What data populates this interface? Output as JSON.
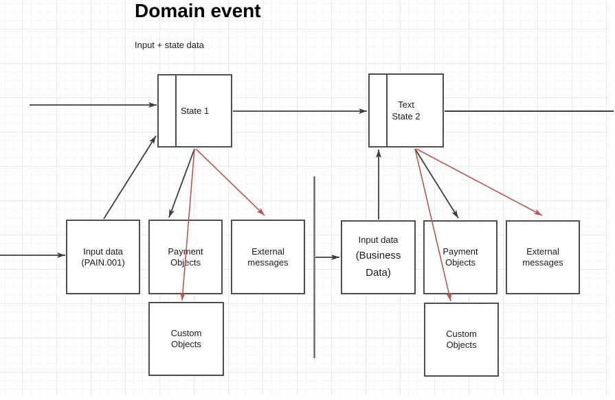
{
  "colors": {
    "box_border": "#4d4d4d",
    "arrow_black": "#3d3d3d",
    "arrow_red": "#b85450",
    "divider_gray": "#666666",
    "grid_major": "#e9e9e9",
    "grid_minor": "#f6f6f6",
    "text": "#1a1a1a"
  },
  "header": {
    "title": "Domain event",
    "subtitle": "Input + state data"
  },
  "nodes": {
    "state1": {
      "lines": [
        "State 1"
      ]
    },
    "state2": {
      "lines": [
        "Text",
        "State 2"
      ]
    },
    "input_pain": {
      "lines": [
        "Input data",
        "(PAIN.001)"
      ]
    },
    "payment_left": {
      "lines": [
        "Payment",
        "Objects"
      ]
    },
    "external_left": {
      "lines": [
        "External",
        "messages"
      ]
    },
    "custom_left": {
      "lines": [
        "Custom",
        "Objects"
      ]
    },
    "input_business": {
      "lines": [
        "Input data",
        "(Business",
        "Data)"
      ]
    },
    "payment_right": {
      "lines": [
        "Payment",
        "Objects"
      ]
    },
    "external_right": {
      "lines": [
        "External",
        "messages"
      ]
    },
    "custom_right": {
      "lines": [
        "Custom",
        "Objects"
      ]
    }
  },
  "edges": [
    {
      "name": "edge-in-to-state-1",
      "from": "offscreen-left",
      "to": "state-1",
      "color": "black",
      "arrowhead": true
    },
    {
      "name": "edge-state-1-to-state-2",
      "from": "state-1",
      "to": "state-2",
      "color": "black",
      "arrowhead": true
    },
    {
      "name": "edge-state-2-out",
      "from": "state-2",
      "to": "offscreen-right",
      "color": "black",
      "arrowhead": false
    },
    {
      "name": "edge-input-pain-to-state-1",
      "from": "input-data-pain001",
      "to": "state-1",
      "color": "black",
      "arrowhead": true
    },
    {
      "name": "edge-state-1-to-payment-left",
      "from": "state-1",
      "to": "payment-objects-left",
      "color": "black",
      "arrowhead": true
    },
    {
      "name": "edge-in-to-input-pain",
      "from": "offscreen-left",
      "to": "input-data-pain001",
      "color": "black",
      "arrowhead": true
    },
    {
      "name": "edge-state-1-to-custom-left",
      "from": "state-1",
      "to": "custom-objects-left",
      "color": "red",
      "arrowhead": true
    },
    {
      "name": "edge-state-1-to-external-left",
      "from": "state-1",
      "to": "external-messages-left",
      "color": "red",
      "arrowhead": true
    },
    {
      "name": "edge-divider-to-input-business",
      "from": "divider",
      "to": "input-data-business",
      "color": "black",
      "arrowhead": true
    },
    {
      "name": "edge-input-business-to-state-2",
      "from": "input-data-business",
      "to": "state-2",
      "color": "black",
      "arrowhead": true
    },
    {
      "name": "edge-state-2-to-payment-right",
      "from": "state-2",
      "to": "payment-objects-right",
      "color": "black",
      "arrowhead": true
    },
    {
      "name": "edge-state-2-to-custom-right",
      "from": "state-2",
      "to": "custom-objects-right",
      "color": "red",
      "arrowhead": true
    },
    {
      "name": "edge-state-2-to-external-right",
      "from": "state-2",
      "to": "external-messages-right",
      "color": "red",
      "arrowhead": true
    }
  ],
  "divider": {
    "present": true
  }
}
